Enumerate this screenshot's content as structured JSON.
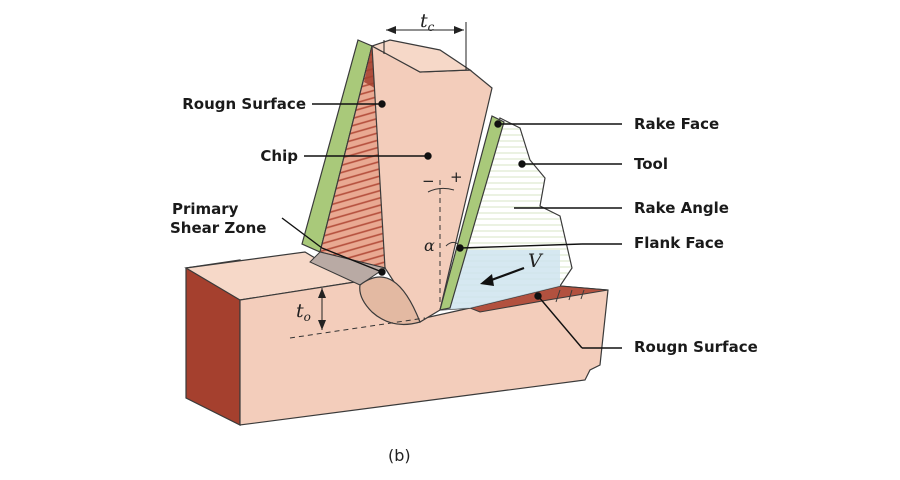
{
  "figure": {
    "caption": "(b)",
    "labels": {
      "rough_surface_top": "Rougn Surface",
      "chip": "Chip",
      "primary_shear_zone_line1": "Primary",
      "primary_shear_zone_line2": "Shear Zone",
      "rake_face": "Rake Face",
      "tool": "Tool",
      "rake_angle": "Rake Angle",
      "flank_face": "Flank Face",
      "rough_surface_bottom": "Rougn Surface"
    },
    "symbols": {
      "chip_thickness": "t",
      "chip_thickness_sub": "c",
      "depth_of_cut": "t",
      "depth_of_cut_sub": "o",
      "rake_angle_symbol": "α",
      "velocity": "V",
      "minus": "−",
      "plus": "+"
    }
  },
  "colors": {
    "workpiece": "#f3cdbb",
    "workpiece_side": "#a5402e",
    "chip_rough": "#c86a52",
    "chip_edge_green": "#a9c97a",
    "tool_body": "#ffffff",
    "tool_stripes": "#d7e6c6",
    "tool_tip_blue": "#cfe4ee",
    "outline": "#3a3a3a",
    "leader": "#111111"
  }
}
